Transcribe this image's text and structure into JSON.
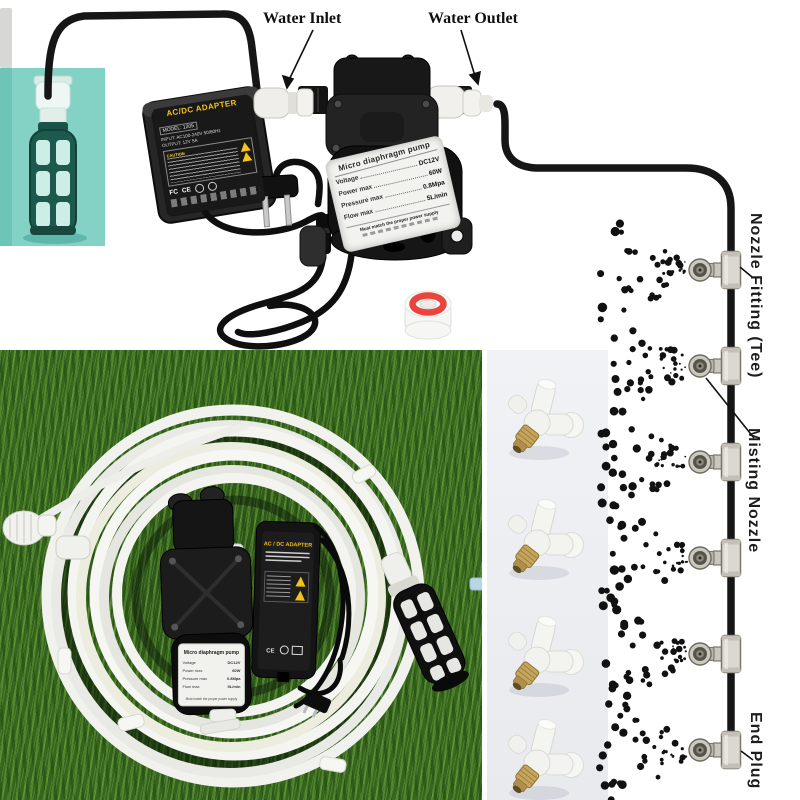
{
  "page": {
    "bg": "#ffffff"
  },
  "annotations": {
    "water_inlet": "Water Inlet",
    "water_outlet": "Water Outlet",
    "nozzle_fitting": "Nozzle Fitting (Tee)",
    "misting_nozzle": "Misting Nozzle",
    "end_plug": "End Plug"
  },
  "pump_label": {
    "title": "Micro diaphragm pump",
    "specs": [
      {
        "name": "Voltage",
        "value": "DC12V"
      },
      {
        "name": "Power max",
        "value": "60W"
      },
      {
        "name": "Pressure max",
        "value": "0.8Mpa"
      },
      {
        "name": "Flow max",
        "value": "5L/min"
      }
    ],
    "note": "Must match the proper power supply"
  },
  "adapter_label": {
    "title": "AC/DC ADAPTER",
    "model": "MODEL: 1205",
    "input": "INPUT: AC100-240V 50/60Hz",
    "output": "OUTPUT: 12V 5A",
    "caution": "CAUTION",
    "cert_marks": [
      "FC",
      "CE"
    ]
  },
  "grass_photo": {
    "adapter_title": "AC / DC ADAPTER"
  },
  "misting_line": {
    "nozzle_count": 6,
    "tube_color": "#161616",
    "mist_color": "#111111"
  },
  "colors": {
    "teal_bg": "#84d1c5",
    "grass_green": "#36651f",
    "strip_bg": "#eef0f3",
    "brass": "#c0a058"
  }
}
